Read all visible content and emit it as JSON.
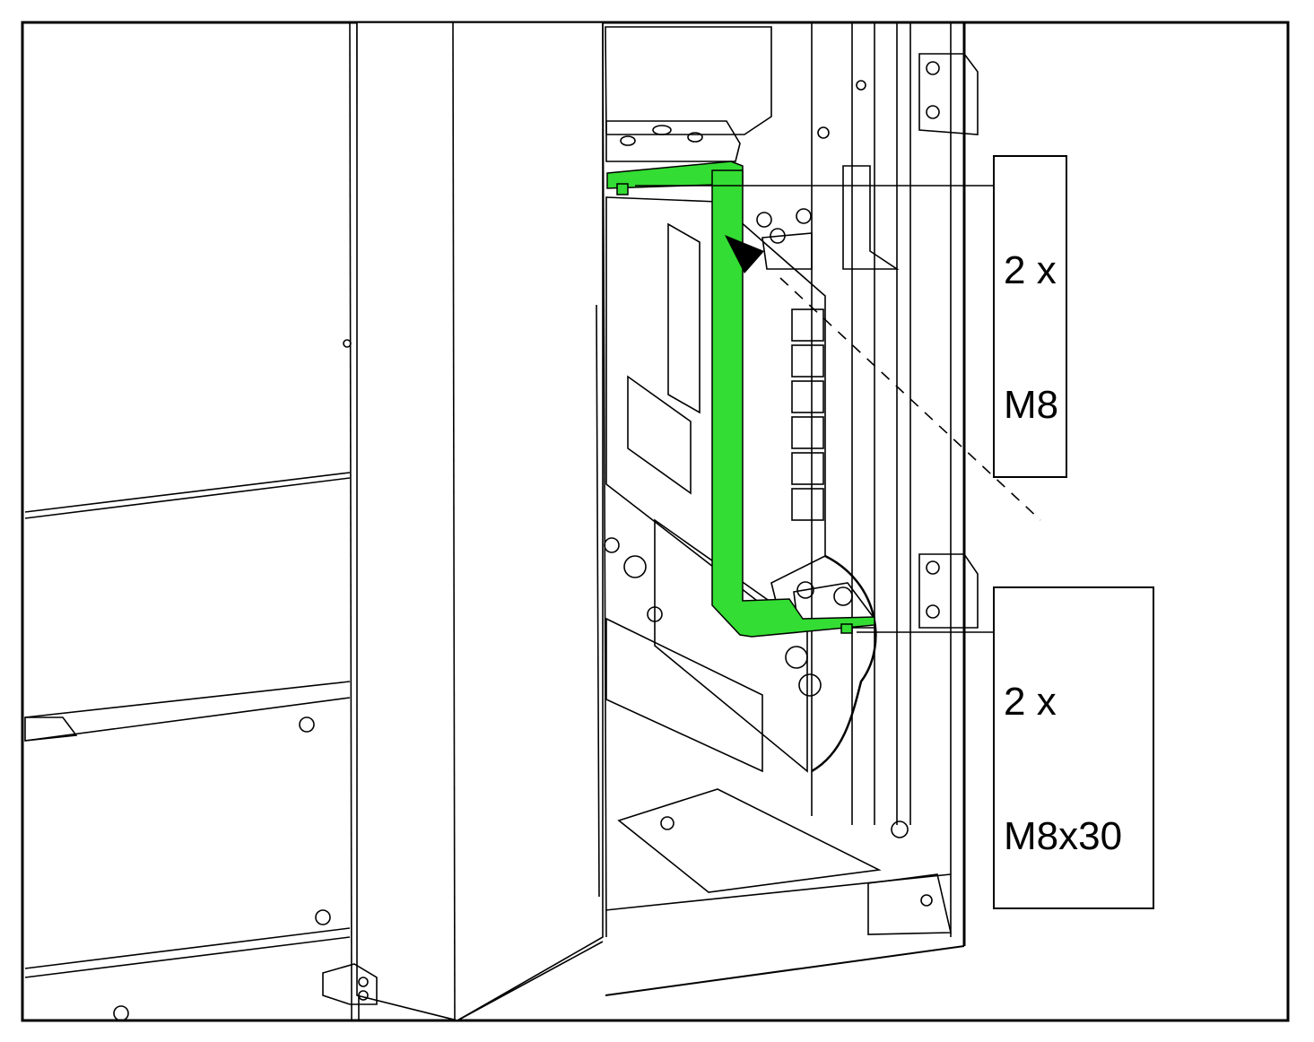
{
  "colors": {
    "highlight": "#33dd33",
    "line": "#000000",
    "background": "#ffffff"
  },
  "callouts": [
    {
      "line1": "2 x",
      "line2": "M8"
    },
    {
      "line1": "2 x",
      "line2": "M8x30"
    }
  ]
}
